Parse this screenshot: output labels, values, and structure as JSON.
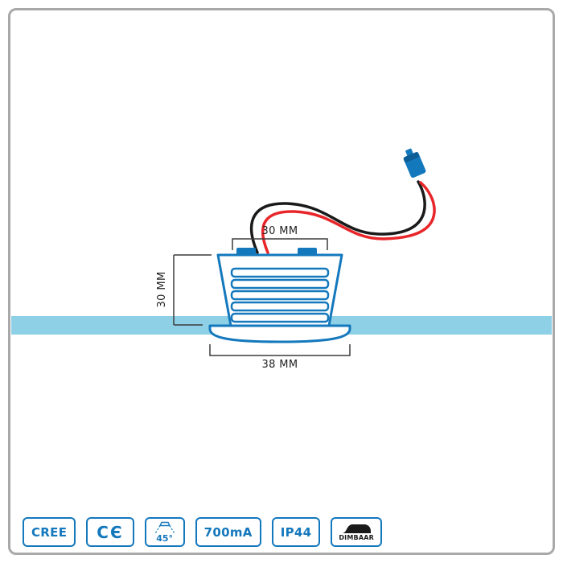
{
  "frame": {
    "border_color": "#a9a9a9",
    "background": "#ffffff"
  },
  "diagram": {
    "dim_top": "30 MM",
    "dim_left": "30 MM",
    "dim_bottom": "38 MM",
    "colors": {
      "fixture_outline_blue": "#1478bd",
      "ceiling_band_blue": "#8ed0e6",
      "wire_red": "#e8262a",
      "wire_black": "#1a1a1a",
      "dimension_line": "#3c3c3c",
      "dimension_text": "#222222"
    }
  },
  "badges": [
    {
      "label": "CREE"
    },
    {
      "label": "CЄ"
    },
    {
      "label": "45°"
    },
    {
      "label": "700mA"
    },
    {
      "label": "IP44"
    },
    {
      "label": "DIMBAAR"
    }
  ],
  "badge_color": "#1478bd"
}
